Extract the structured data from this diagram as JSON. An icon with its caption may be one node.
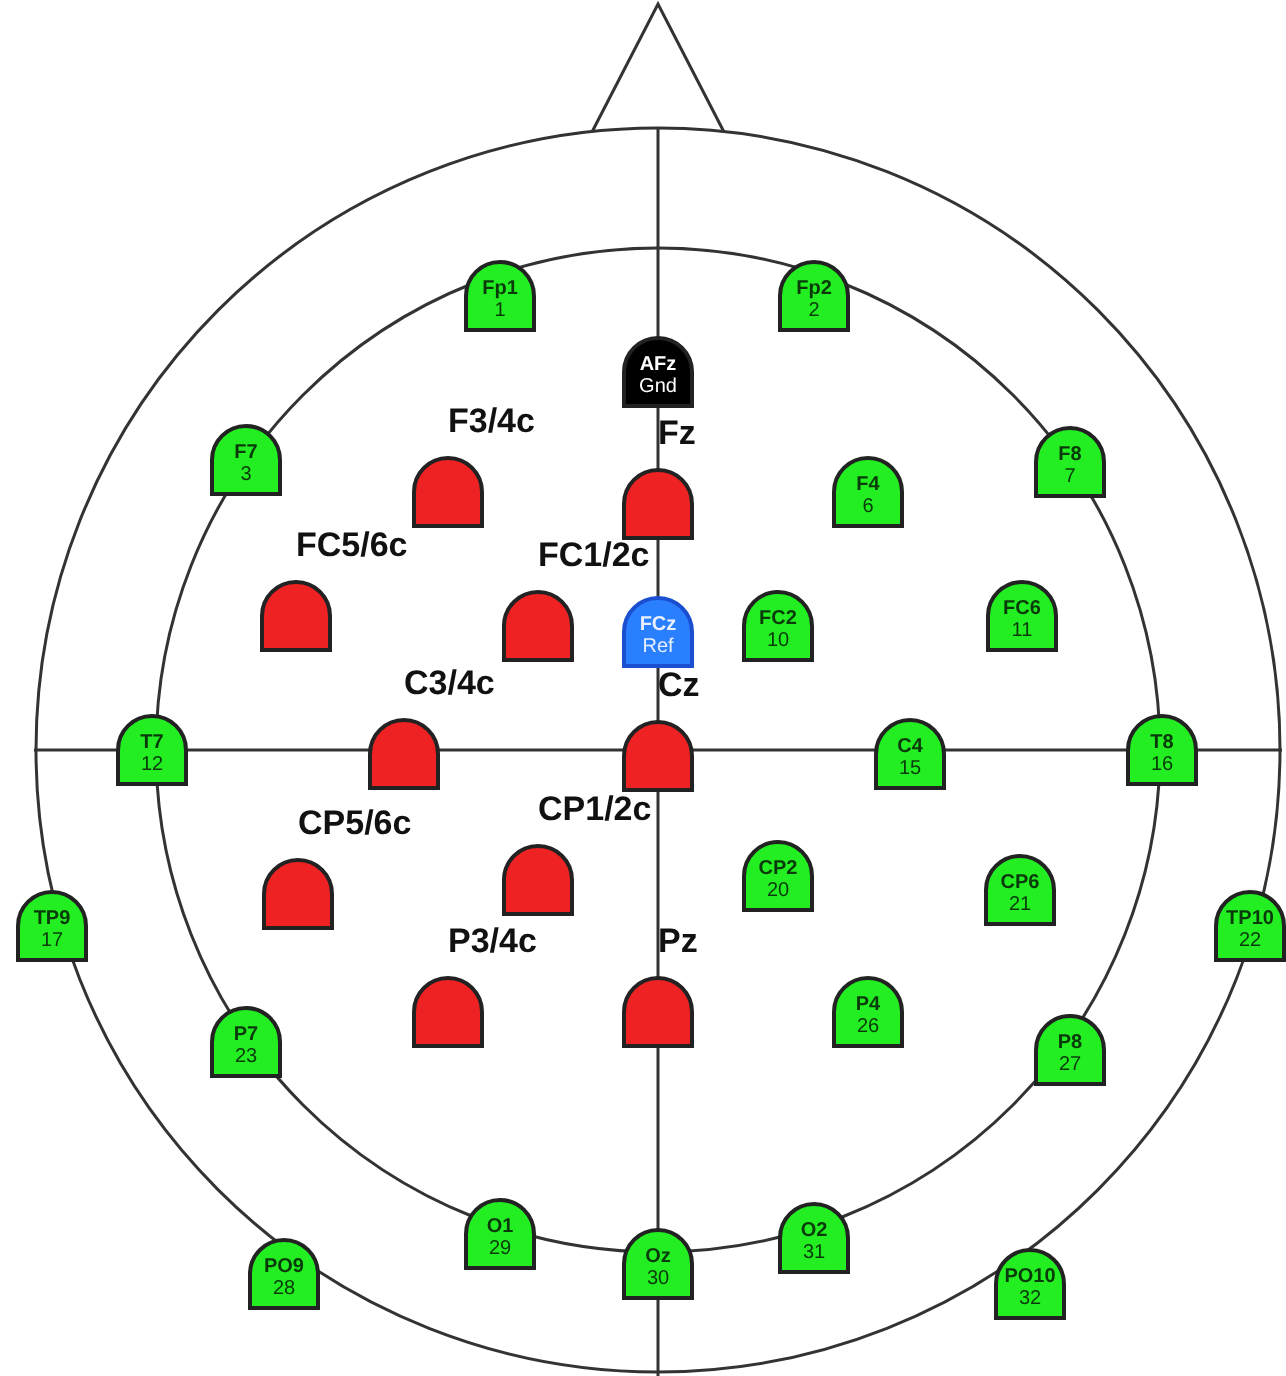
{
  "diagram": {
    "nodes": [
      {
        "text": [
          "Fp1",
          "1"
        ]
      },
      {
        "text": [
          "Fp2",
          "2"
        ]
      },
      {
        "text": [
          "AFz",
          "Gnd"
        ]
      },
      {
        "text": [
          "F7",
          "3"
        ]
      },
      {
        "text": [
          "F3/4c"
        ]
      },
      {
        "text": [
          "Fz"
        ]
      },
      {
        "text": [
          "F4",
          "6"
        ]
      },
      {
        "text": [
          "F8",
          "7"
        ]
      },
      {
        "text": [
          "FC5/6c"
        ]
      },
      {
        "text": [
          "FC1/2c"
        ]
      },
      {
        "text": [
          "FCz",
          "Ref"
        ]
      },
      {
        "text": [
          "FC2",
          "10"
        ]
      },
      {
        "text": [
          "FC6",
          "11"
        ]
      },
      {
        "text": [
          "T7",
          "12"
        ]
      },
      {
        "text": [
          "C3/4c"
        ]
      },
      {
        "text": [
          "Cz"
        ]
      },
      {
        "text": [
          "C4",
          "15"
        ]
      },
      {
        "text": [
          "T8",
          "16"
        ]
      },
      {
        "text": [
          "CP5/6c"
        ]
      },
      {
        "text": [
          "CP1/2c"
        ]
      },
      {
        "text": [
          "CP2",
          "20"
        ]
      },
      {
        "text": [
          "CP6",
          "21"
        ]
      },
      {
        "text": [
          "TP9",
          "17"
        ]
      },
      {
        "text": [
          "P3/4c"
        ]
      },
      {
        "text": [
          "Pz"
        ]
      },
      {
        "text": [
          "P4",
          "26"
        ]
      },
      {
        "text": [
          "TP10",
          "22"
        ]
      },
      {
        "text": [
          "P7",
          "23"
        ]
      },
      {
        "text": [
          "P8",
          "27"
        ]
      },
      {
        "text": [
          "O1",
          "29"
        ]
      },
      {
        "text": [
          "Oz",
          "30"
        ]
      },
      {
        "text": [
          "O2",
          "31"
        ]
      },
      {
        "text": [
          "PO9",
          "28"
        ]
      },
      {
        "text": [
          "PO10",
          "32"
        ]
      }
    ]
  }
}
